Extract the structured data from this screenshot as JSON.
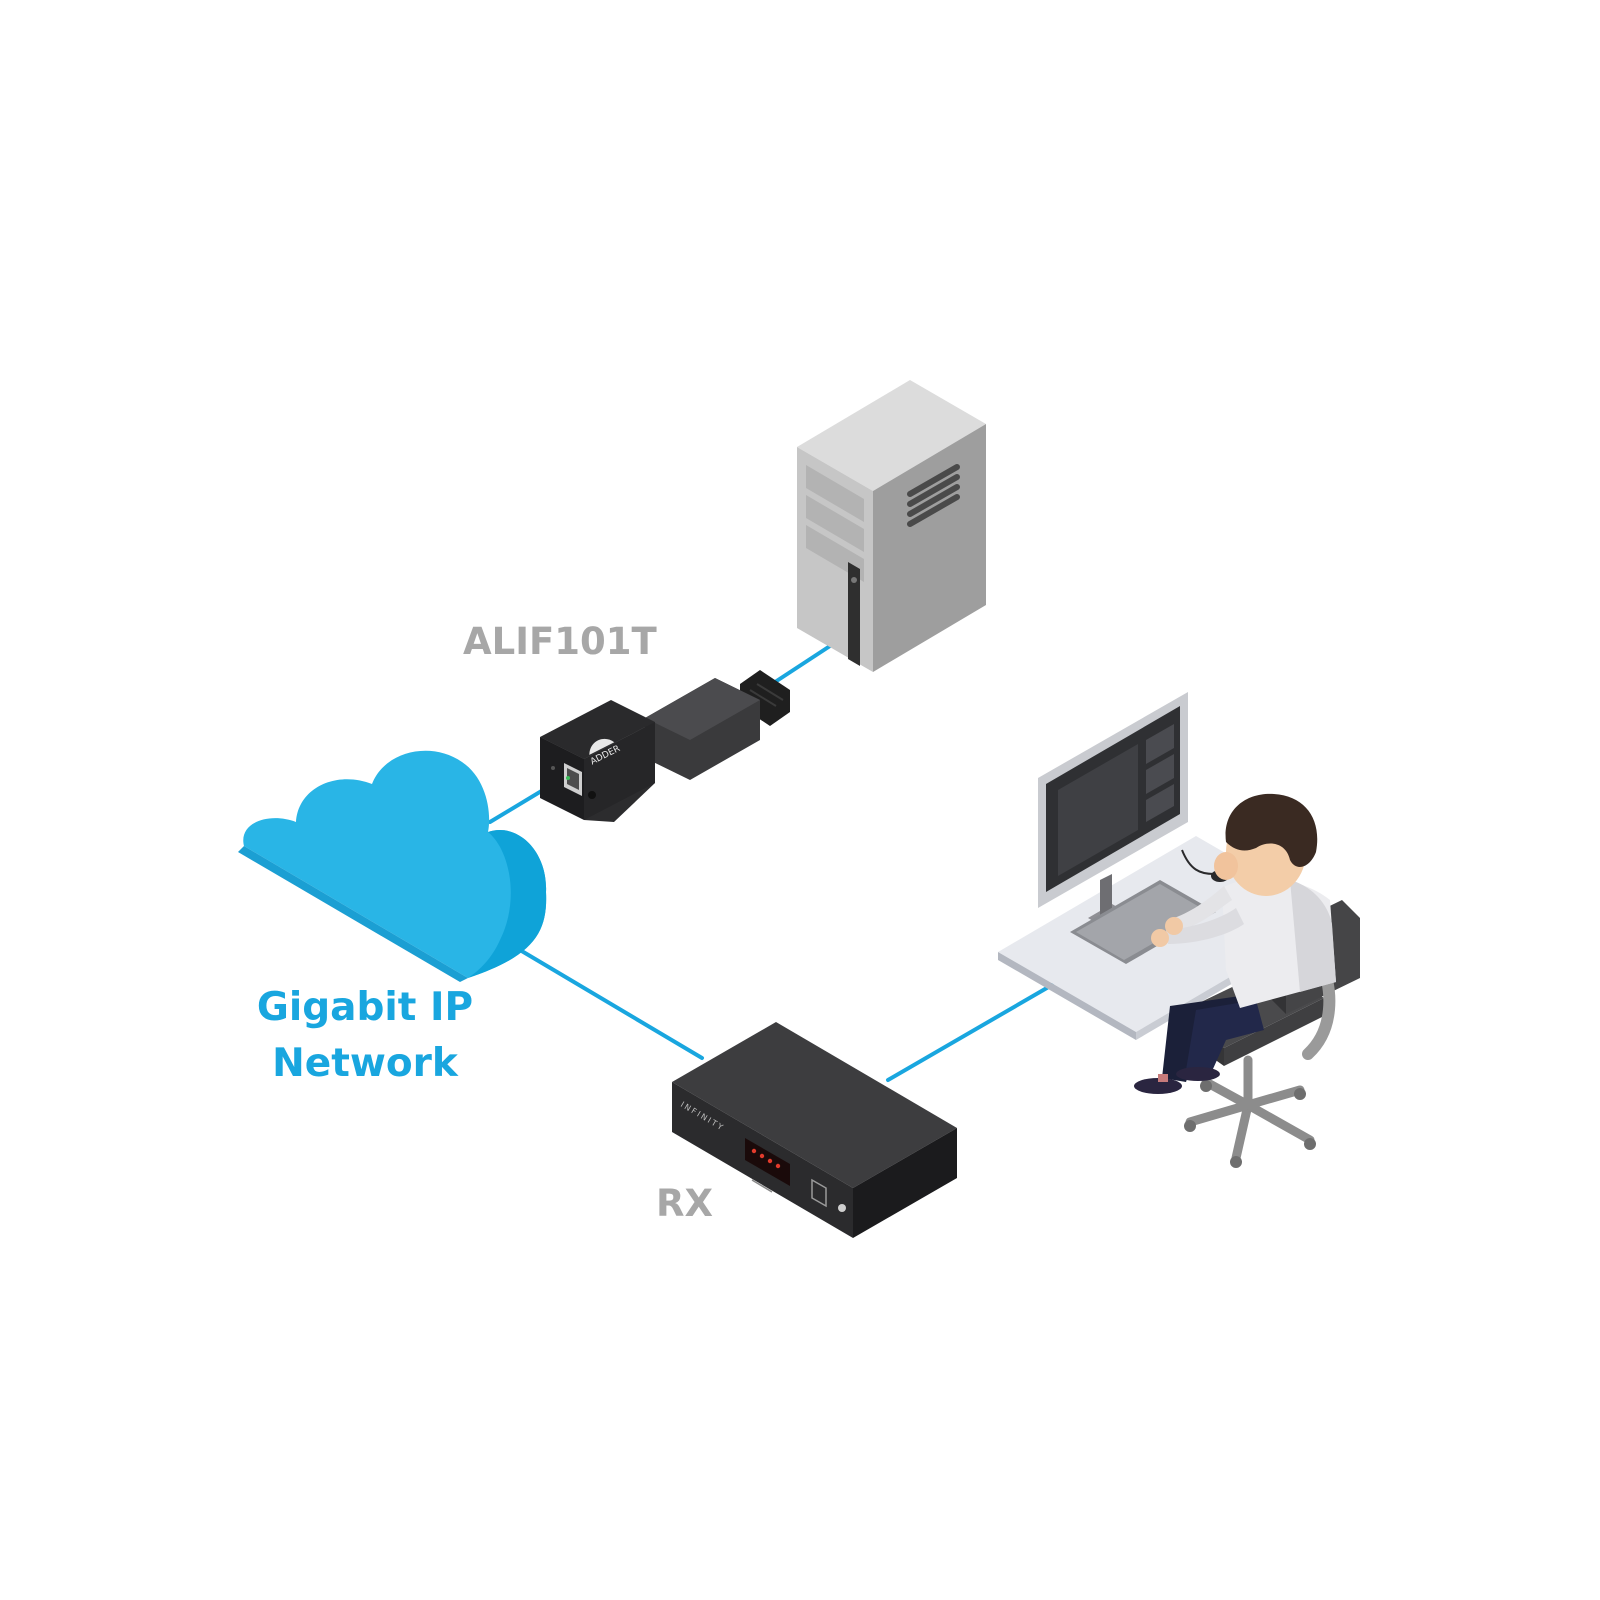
{
  "labels": {
    "transmitter": "ALIF101T",
    "receiver": "RX",
    "network_line1": "Gigabit IP",
    "network_line2": "Network"
  },
  "device_text": {
    "adder_logo": "ADDER",
    "rx_brand": "INFINITY"
  },
  "colors": {
    "cable": "#19a6df",
    "cloud": "#29b5e6",
    "label_grey": "#a7a7a7",
    "label_blue": "#19a6df"
  },
  "icons": [
    "server-tower-icon",
    "adder-dongle-icon",
    "cloud-icon",
    "rx-box-icon",
    "workstation-icon",
    "user-icon",
    "office-chair-icon"
  ]
}
